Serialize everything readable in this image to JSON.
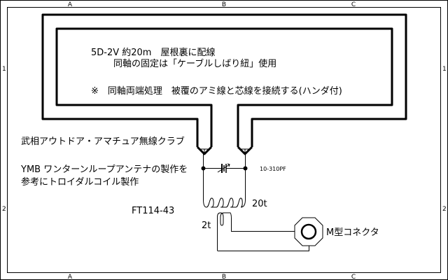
{
  "frame": {
    "columns": [
      "A",
      "B",
      "C"
    ],
    "rows": [
      "1",
      "2"
    ]
  },
  "notes": {
    "line1": "5D-2V 約20m　屋根裏に配線",
    "line2": "同軸の固定は「ケーブルしばり紐」使用",
    "line3": "※　同軸両端処理　被覆のアミ線と芯線を接続する(ハンダ付)"
  },
  "side_text": {
    "club": "武相アウトドア・アマチュア無線クラブ",
    "ref1": "YMB ワンターンループアンテナの製作を",
    "ref2": "参考にトロイダルコイル製作"
  },
  "components": {
    "capacitor": "10-310PF",
    "core": "FT114-43",
    "primary": "20t",
    "secondary": "2t",
    "connector": "M型コネクタ"
  }
}
